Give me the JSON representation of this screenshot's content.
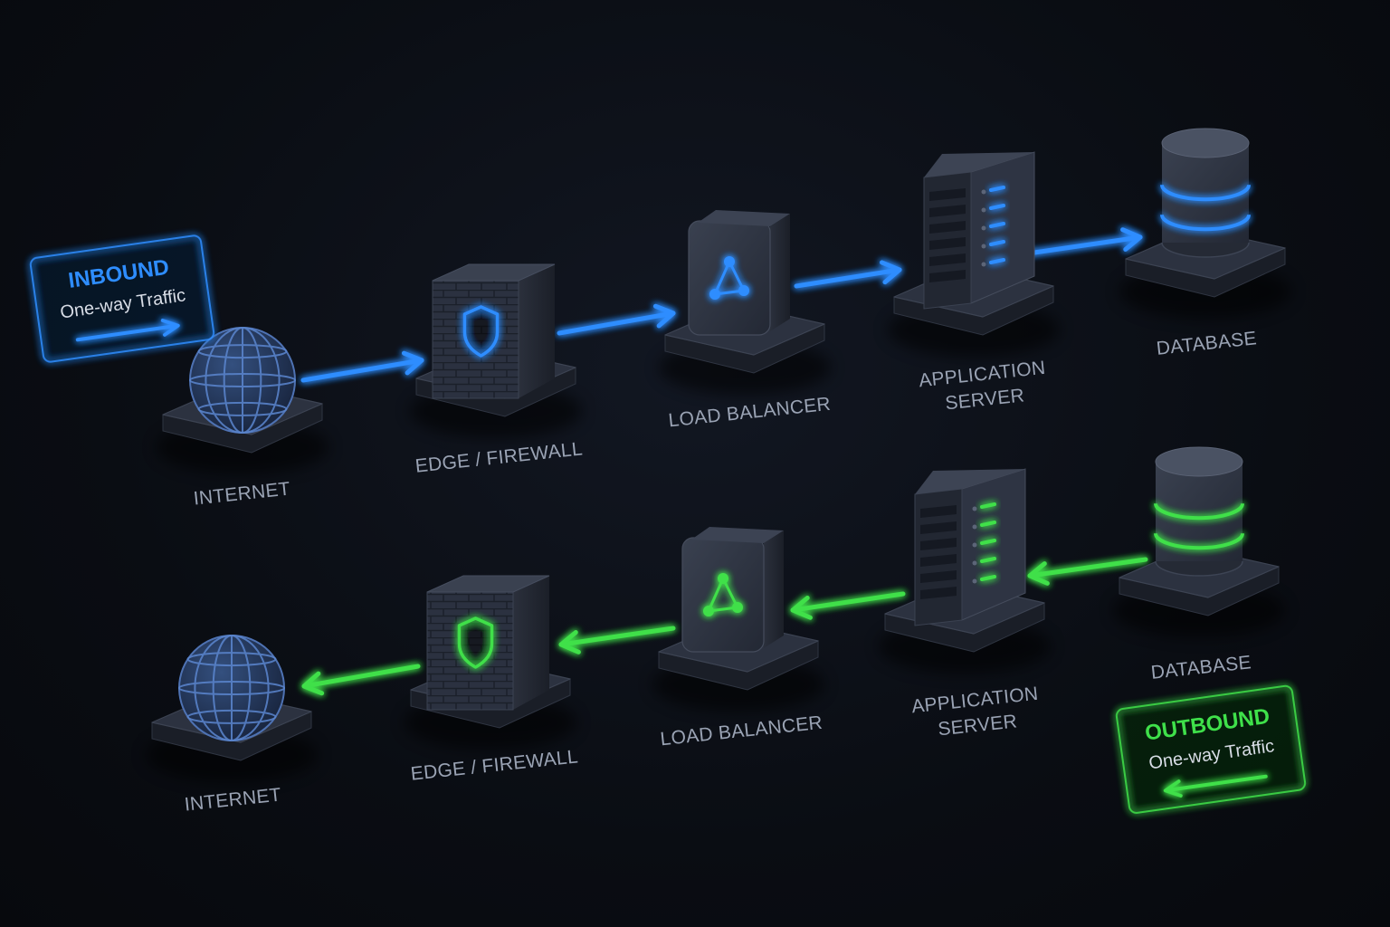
{
  "legends": {
    "inbound": {
      "title": "INBOUND",
      "subtitle": "One-way Traffic",
      "color": "#2e8dff"
    },
    "outbound": {
      "title": "OUTBOUND",
      "subtitle": "One-way Traffic",
      "color": "#3fe04a"
    }
  },
  "inbound_nodes": [
    {
      "type": "globe",
      "label_lines": [
        "INTERNET"
      ]
    },
    {
      "type": "firewall",
      "label_lines": [
        "EDGE / FIREWALL"
      ]
    },
    {
      "type": "loadbalancer",
      "label_lines": [
        "LOAD BALANCER"
      ]
    },
    {
      "type": "server",
      "label_lines": [
        "APPLICATION",
        "SERVER"
      ]
    },
    {
      "type": "database",
      "label_lines": [
        "DATABASE"
      ]
    }
  ],
  "outbound_nodes": [
    {
      "type": "globe",
      "label_lines": [
        "INTERNET"
      ]
    },
    {
      "type": "firewall",
      "label_lines": [
        "EDGE / FIREWALL"
      ]
    },
    {
      "type": "loadbalancer",
      "label_lines": [
        "LOAD BALANCER"
      ]
    },
    {
      "type": "server",
      "label_lines": [
        "APPLICATION",
        "SERVER"
      ]
    },
    {
      "type": "database",
      "label_lines": [
        "DATABASE"
      ]
    }
  ],
  "icons": {
    "globe": "globe-icon",
    "firewall": "firewall-icon",
    "shield": "shield-icon",
    "loadbalancer": "load-balancer-icon",
    "server": "server-icon",
    "database": "database-icon"
  },
  "colors": {
    "inbound": "#2e8dff",
    "outbound": "#3fe04a",
    "node_body": "#2a2f3b",
    "node_face": "#343a48",
    "label": "#9aa3b4"
  }
}
